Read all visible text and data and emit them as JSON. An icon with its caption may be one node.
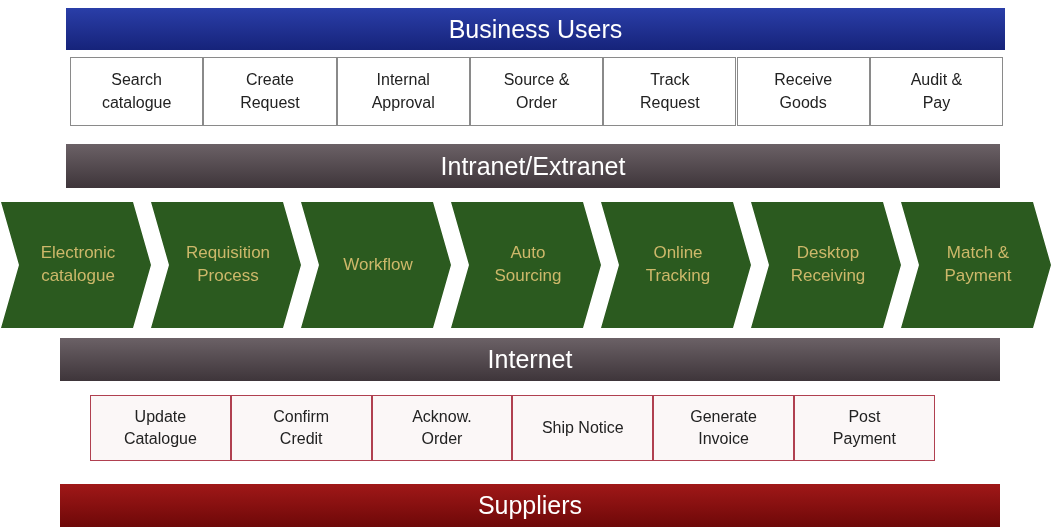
{
  "diagram": {
    "nodes": [
      {
        "text": [
          "Business Users"
        ]
      },
      {
        "text": [
          "Search catalogue"
        ]
      },
      {
        "text": [
          "Create Request"
        ]
      },
      {
        "text": [
          "Internal Approval"
        ]
      },
      {
        "text": [
          "Source & Order"
        ]
      },
      {
        "text": [
          "Track Request"
        ]
      },
      {
        "text": [
          "Receive Goods"
        ]
      },
      {
        "text": [
          "Audit & Pay"
        ]
      },
      {
        "text": [
          "Intranet/Extranet"
        ]
      },
      {
        "text": [
          "Electronic catalogue"
        ]
      },
      {
        "text": [
          "Requisition Process"
        ]
      },
      {
        "text": [
          "Workflow"
        ]
      },
      {
        "text": [
          "Auto Sourcing"
        ]
      },
      {
        "text": [
          "Online Tracking"
        ]
      },
      {
        "text": [
          "Desktop Receiving"
        ]
      },
      {
        "text": [
          "Match & Payment"
        ]
      },
      {
        "text": [
          "Internet"
        ]
      },
      {
        "text": [
          "Update Catalogue"
        ]
      },
      {
        "text": [
          "Confirm Credit"
        ]
      },
      {
        "text": [
          "Acknow. Order"
        ]
      },
      {
        "text": [
          "Ship Notice"
        ]
      },
      {
        "text": [
          "Generate Invoice"
        ]
      },
      {
        "text": [
          "Post Payment"
        ]
      },
      {
        "text": [
          "Suppliers"
        ]
      }
    ]
  }
}
